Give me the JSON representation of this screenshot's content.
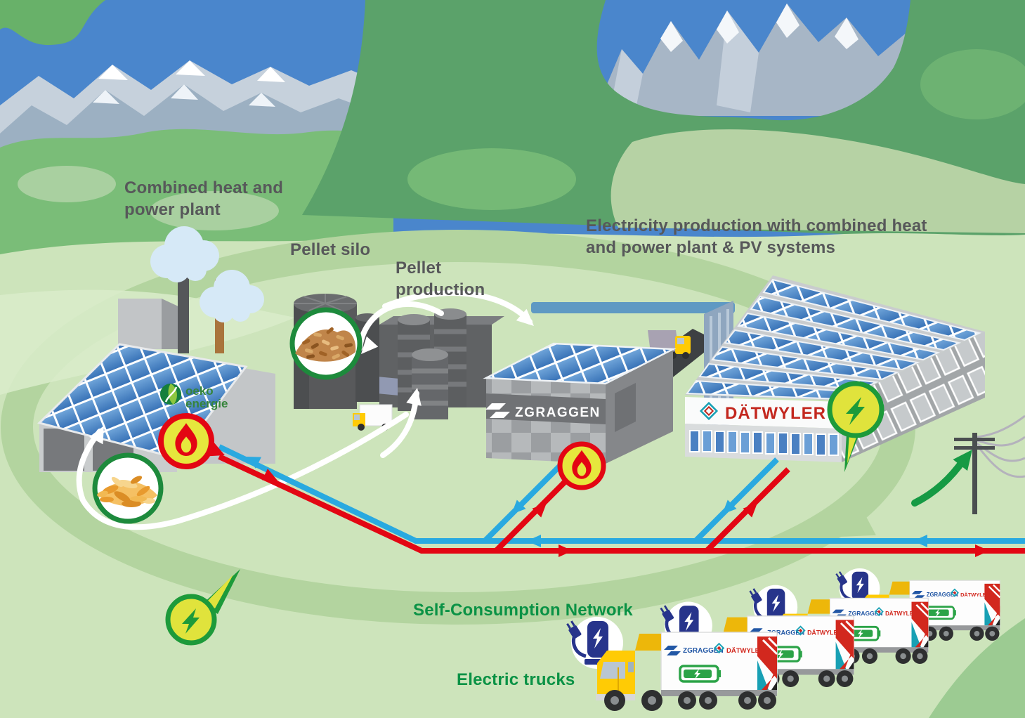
{
  "scene": {
    "labels": {
      "chp": {
        "line1": "Combined heat and",
        "line2": "power plant"
      },
      "pellet_silo": "Pellet silo",
      "pellet_production": {
        "line1": "Pellet",
        "line2": "production"
      },
      "electricity": {
        "line1": "Electricity production with combined heat",
        "line2": "and power plant & PV systems"
      },
      "self_consumption_network": "Self-Consumption Network",
      "electric_trucks": "Electric trucks"
    },
    "logos": {
      "oeko_energie": {
        "line1": "oeko",
        "line2": "energie"
      },
      "zgraggen": "ZGRAGGEN",
      "datwyler": "DÄTWYLER"
    },
    "truck_branding": {
      "zgraggen": "ZGRAGGEN",
      "datwyler": "DÄTWYLER"
    },
    "icons": {
      "flame": "flame-icon",
      "lightning": "lightning-bolt-icon",
      "wood_chips": "wood-chips-icon",
      "pellets": "wood-pellets-icon",
      "ev_charging": "ev-charging-station-icon",
      "battery": "battery-charge-icon",
      "power_pole": "power-pole-icon",
      "solar": "solar-panel",
      "smoke": "smoke-cloud-icon"
    },
    "colors": {
      "label_gray": "#57585a",
      "label_green": "#0a9245",
      "pipe_red": "#e30613",
      "pipe_blue": "#29a9e0",
      "flame_fill": "#e6e73d",
      "bolt_green": "#1d9a3a",
      "truck_yellow": "#ffcb05",
      "zgraggen_blue": "#2257a5",
      "datwyler_red": "#d2281e",
      "sky": "#4a86cc",
      "valley": "#cde4bb"
    }
  }
}
